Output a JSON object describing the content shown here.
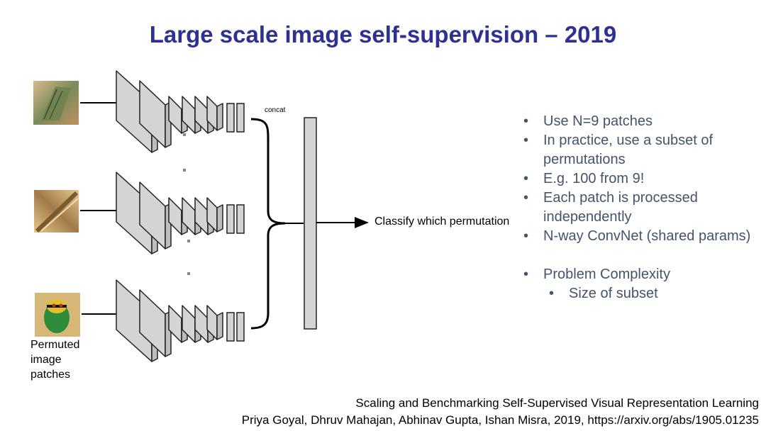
{
  "slide": {
    "title": "Large scale image self-supervision – 2019"
  },
  "diagram": {
    "concat_label": "concat",
    "output_label": "Classify which permutation",
    "patches_caption": [
      "Permuted",
      "image",
      "patches"
    ],
    "patch_colors": {
      "feather": "#8a7a4a",
      "straw": "#c9a46a",
      "bird_green": "#2e8b3a",
      "bird_yellow": "#e0c030"
    },
    "layer_fill": "#d4d4d4",
    "layer_stroke": "#222222"
  },
  "bullets": [
    {
      "level": 1,
      "text": "Use N=9 patches"
    },
    {
      "level": 1,
      "text": "In practice, use a subset of permutations"
    },
    {
      "level": 1,
      "text": "E.g. 100 from 9!"
    },
    {
      "level": 1,
      "text": "Each patch is processed independently"
    },
    {
      "level": 1,
      "text": "N-way ConvNet (shared params)"
    },
    {
      "level": 0,
      "text": ""
    },
    {
      "level": 1,
      "text": "Problem Complexity"
    },
    {
      "level": 2,
      "text": "Size of subset"
    }
  ],
  "citation": {
    "line1": "Scaling and Benchmarking Self-Supervised Visual Representation Learning",
    "line2": "Priya Goyal, Dhruv Mahajan, Abhinav Gupta, Ishan Misra, 2019, https://arxiv.org/abs/1905.01235"
  }
}
